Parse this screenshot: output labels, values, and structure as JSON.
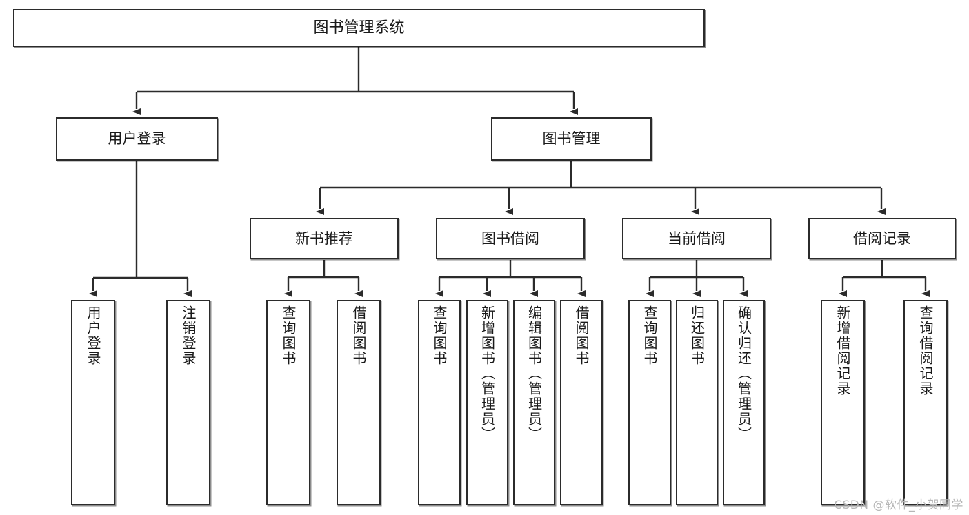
{
  "diagram": {
    "title": "图书管理系统",
    "type": "tree-hierarchy",
    "orientation": "top-down",
    "colors": {
      "box_border": "#2b2b2b",
      "box_fill": "#ffffff",
      "edge": "#2b2b2b",
      "text": "#1a1a1a",
      "watermark": "#b6b6b6"
    },
    "nodes": {
      "root": {
        "label": "图书管理系统"
      },
      "level2": [
        {
          "id": "user-login",
          "label": "用户登录"
        },
        {
          "id": "book-manage",
          "label": "图书管理"
        }
      ],
      "level3": [
        {
          "id": "new-book-recommend",
          "label": "新书推荐"
        },
        {
          "id": "book-borrow",
          "label": "图书借阅"
        },
        {
          "id": "current-borrow",
          "label": "当前借阅"
        },
        {
          "id": "borrow-record",
          "label": "借阅记录"
        }
      ],
      "leaves": {
        "user-login": [
          {
            "id": "leaf-user-login",
            "label": "用户登录"
          },
          {
            "id": "leaf-logout",
            "label": "注销登录"
          }
        ],
        "new-book-recommend": [
          {
            "id": "leaf-query-book-1",
            "label": "查询图书"
          },
          {
            "id": "leaf-borrow-book-1",
            "label": "借阅图书"
          }
        ],
        "book-borrow": [
          {
            "id": "leaf-query-book-2",
            "label": "查询图书"
          },
          {
            "id": "leaf-add-book",
            "label": "新增图书（管理员）"
          },
          {
            "id": "leaf-edit-book",
            "label": "编辑图书（管理员）"
          },
          {
            "id": "leaf-borrow-book-2",
            "label": "借阅图书"
          }
        ],
        "current-borrow": [
          {
            "id": "leaf-query-book-3",
            "label": "查询图书"
          },
          {
            "id": "leaf-return-book",
            "label": "归还图书"
          },
          {
            "id": "leaf-confirm-return",
            "label": "确认归还（管理员）"
          }
        ],
        "borrow-record": [
          {
            "id": "leaf-add-record",
            "label": "新增借阅记录"
          },
          {
            "id": "leaf-query-record",
            "label": "查询借阅记录"
          }
        ]
      }
    },
    "watermark": "CSDN @软件_小贺同学"
  }
}
